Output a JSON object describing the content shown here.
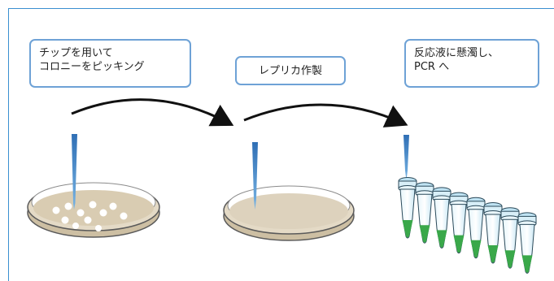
{
  "steps": [
    {
      "label": "チップを用いて\nコロニーをピッキング"
    },
    {
      "label": "レプリカ作製"
    },
    {
      "label": "反応液に懸濁し、\nPCR へ"
    }
  ],
  "colors": {
    "frame": "#3a8fd0",
    "box_border": "#6ea2d6",
    "arrow": "#111111",
    "tip": "#2f6fb5",
    "dish_media": "#d9ccb2",
    "dish_rim": "#5a5a5a",
    "colony": "#ffffff",
    "tube_liquid": "#3aa84a",
    "tube_cap": "#bfe3f3"
  },
  "icons": [
    "pipette-tip-icon",
    "petri-dish-icon",
    "pcr-tube-strip-icon",
    "curved-arrow-icon"
  ],
  "tube_count": 8
}
